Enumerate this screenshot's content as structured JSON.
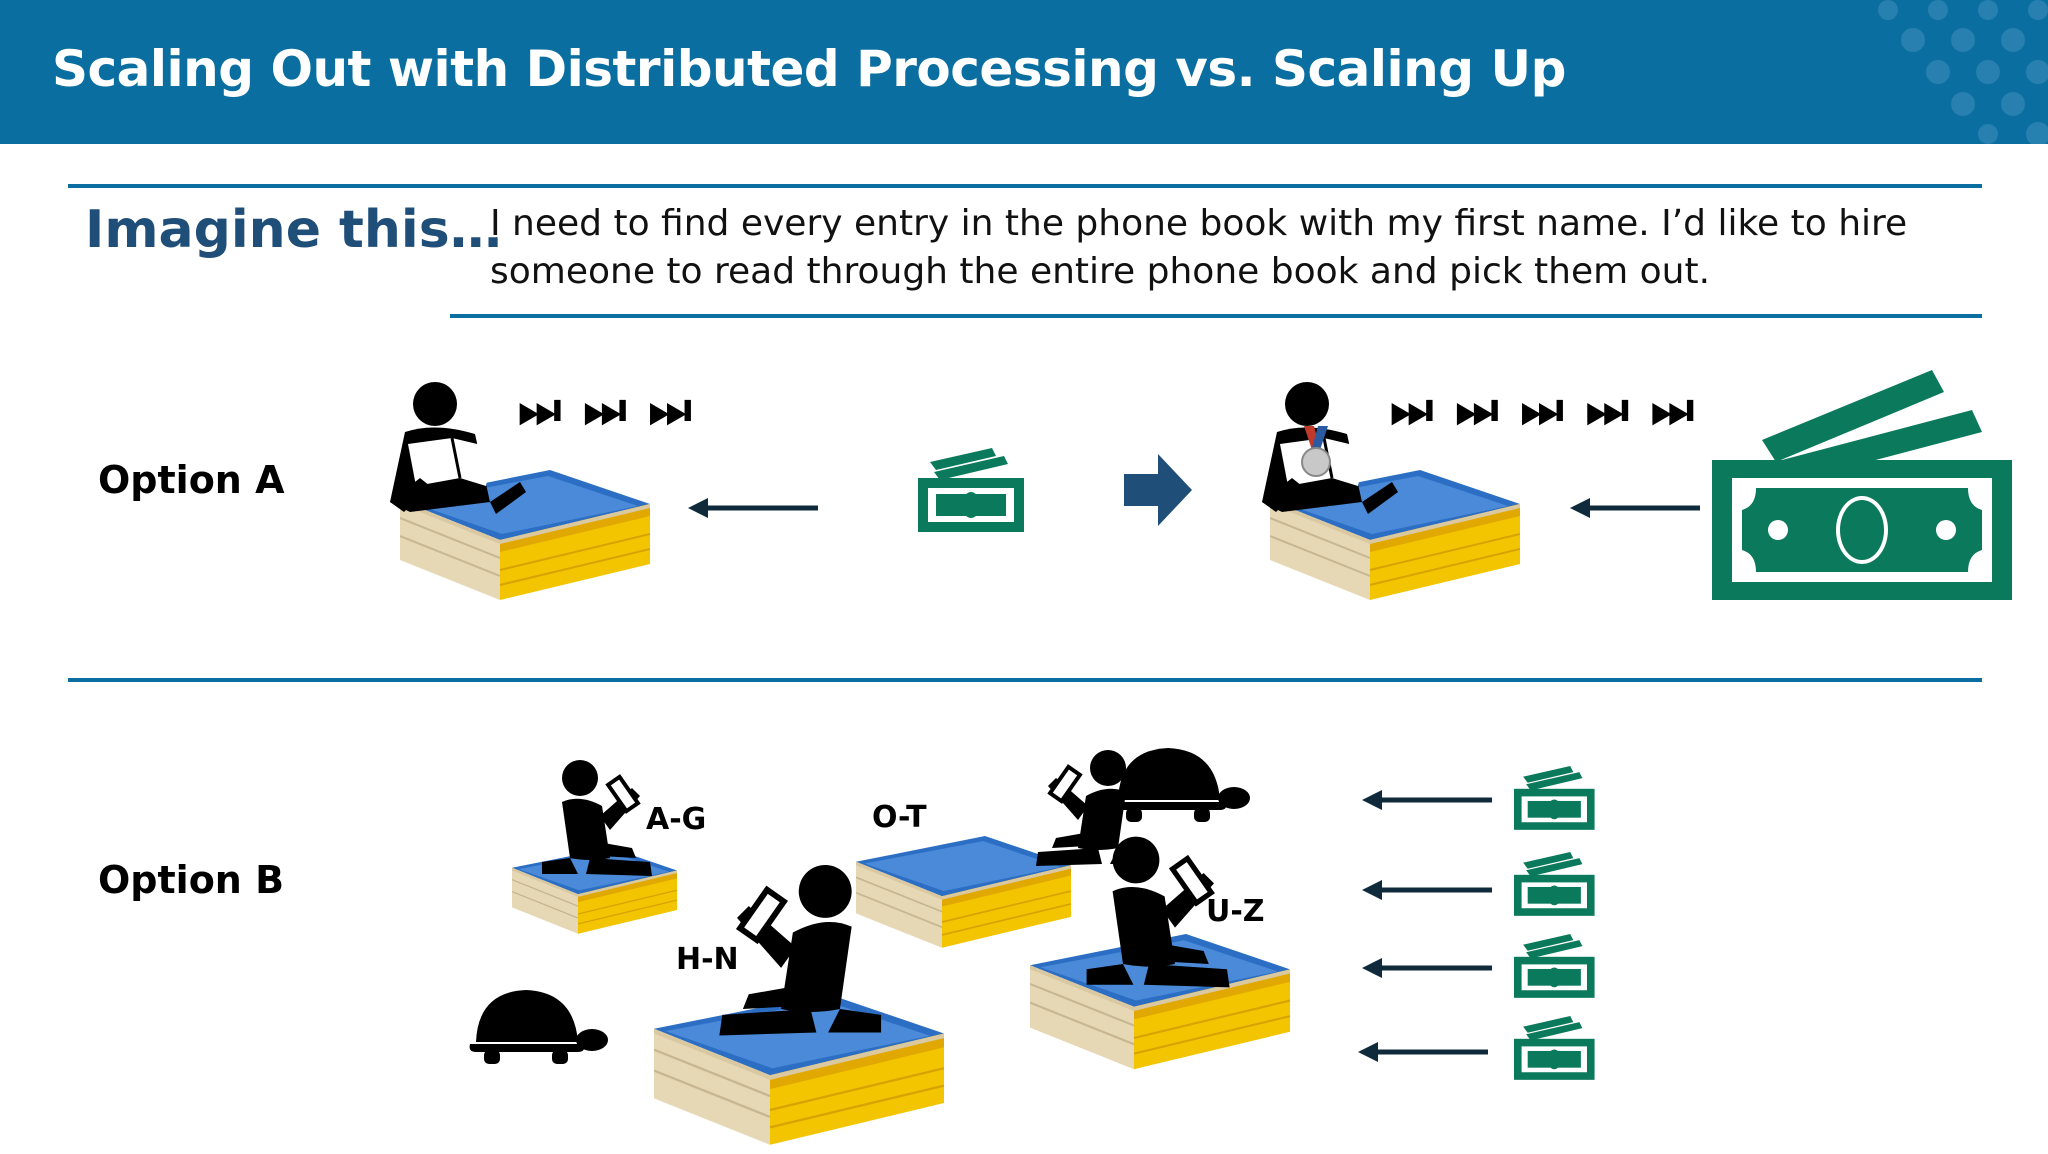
{
  "header": {
    "title": "Scaling Out with Distributed Processing vs. Scaling Up"
  },
  "intro": {
    "heading": "Imagine this…",
    "text": "I need to find every entry in the phone book with my first name. I’d like to hire someone to read through the entire phone book and pick them out."
  },
  "option_a": {
    "label": "Option A",
    "speed_left": "⏭⏭⏭",
    "speed_right": "⏭⏭⏭⏭⏭"
  },
  "option_b": {
    "label": "Option B",
    "ranges": [
      "A-G",
      "H-N",
      "O-T",
      "U-Z"
    ]
  },
  "colors": {
    "header_blue": "#0a6fa0",
    "heading_navy": "#1f4e79",
    "money_green": "#0b7a5c",
    "arrow_blue": "#1f4e79",
    "book_yellow": "#f2c500",
    "book_blue": "#2b6ec4"
  },
  "icons": [
    "person-reading-icon",
    "phone-book-icon",
    "money-icon",
    "arrow-left-icon",
    "arrow-right-icon",
    "turtle-icon",
    "medal-icon",
    "fast-forward-icon",
    "dots-pattern-icon"
  ]
}
